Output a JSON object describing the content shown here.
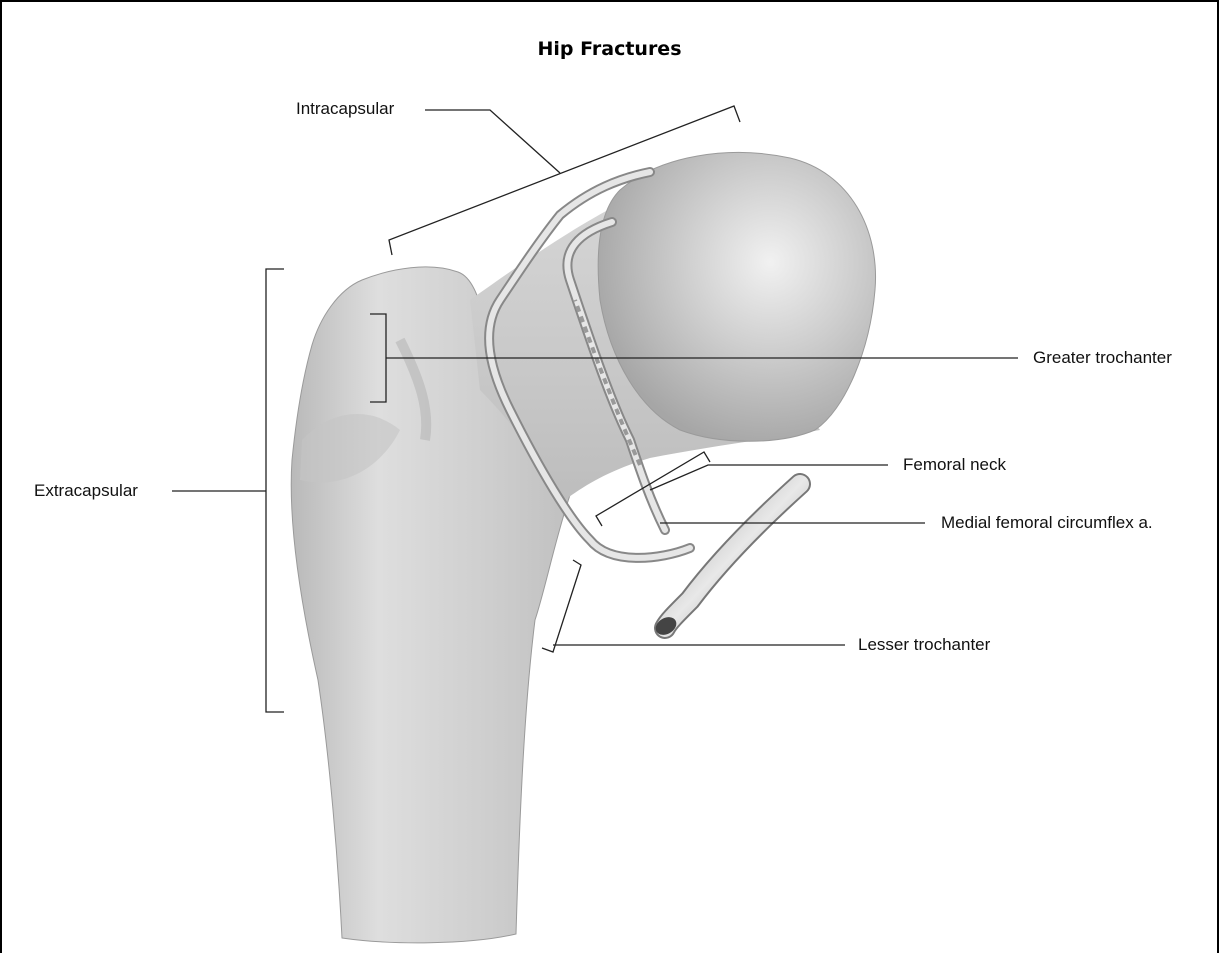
{
  "title": "Hip Fractures",
  "labels": {
    "intracapsular": "Intracapsular",
    "extracapsular": "Extracapsular",
    "greater_trochanter": "Greater trochanter",
    "femoral_neck": "Femoral neck",
    "medial_femoral_circumflex": "Medial femoral circumflex a.",
    "lesser_trochanter": "Lesser trochanter"
  }
}
